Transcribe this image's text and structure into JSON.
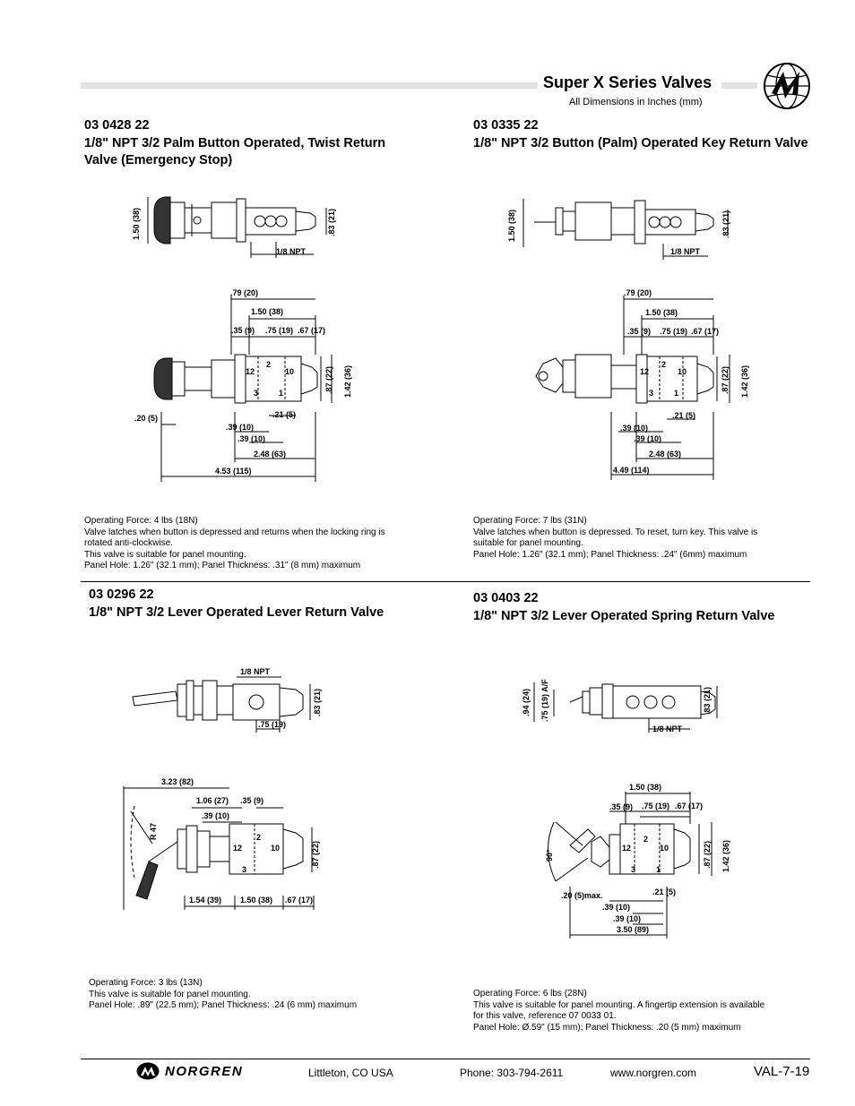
{
  "header": {
    "title": "Super X Series Valves",
    "subtitle": "All Dimensions in Inches (mm)"
  },
  "sections": [
    {
      "part": "03 0428 22",
      "title_lines": [
        "1/8\" NPT 3/2 Palm Button Operated, Twist Return",
        "Valve (Emergency Stop)"
      ],
      "desc": [
        "Operating Force: 4 lbs (18N)",
        "Valve latches when button is depressed and returns when the locking ring is",
        "rotated anti-clockwise.",
        "This valve is suitable for panel mounting.",
        "Panel Hole: 1.26\" (32.1 mm); Panel Thickness: .31\" (8 mm) maximum"
      ],
      "dims": {
        "top_height": "1.50 (38)",
        "body_height": ".83 (21)",
        "npt": "1/8 NPT",
        "d079": ".79 (20)",
        "d150": "1.50 (38)",
        "d035": ".35 (9)",
        "d075": ".75 (19)",
        "d067": ".67 (17)",
        "d087": ".87 (22)",
        "d142": "1.42 (36)",
        "d020": ".20 (5)",
        "d021": ".21 (5)",
        "d039a": ".39 (10)",
        "d039b": ".39 (10)",
        "d248": "2.48 (63)",
        "overall": "4.53 (115)"
      }
    },
    {
      "part": "03 0335 22",
      "title_lines": [
        "1/8\" NPT 3/2 Button (Palm) Operated Key Return Valve"
      ],
      "desc": [
        "Operating Force: 7 lbs (31N)",
        "Valve latches when button is depressed. To reset, turn key. This valve is",
        "suitable for panel mounting.",
        "Panel Hole: 1.26\" (32.1 mm);  Panel Thickness: .24\" (6mm) maximum"
      ],
      "dims": {
        "top_height": "1.50 (38)",
        "body_height": ".83 (21)",
        "npt": "1/8 NPT",
        "d079": ".79 (20)",
        "d150": "1.50 (38)",
        "d035": ".35 (9)",
        "d075": ".75 (19)",
        "d067": ".67 (17)",
        "d087": ".87 (22)",
        "d142": "1.42 (36)",
        "d021": ".21 (5)",
        "d039a": ".39 (10)",
        "d039b": ".39 (10)",
        "d248": "2.48 (63)",
        "overall": "4.49 (114)"
      }
    },
    {
      "part": "03 0296 22",
      "title_lines": [
        "1/8\" NPT 3/2 Lever Operated Lever Return Valve"
      ],
      "desc": [
        "Operating Force: 3 lbs (13N)",
        "This valve is suitable for panel mounting.",
        "Panel Hole: .89\" (22.5 mm); Panel Thickness: .24 (6 mm) maximum"
      ],
      "dims": {
        "npt": "1/8 NPT",
        "body_height": ".83 (21)",
        "d075": ".75 (19)",
        "d323": "3.23 (82)",
        "d106": "1.06 (27)",
        "d035": ".35 (9)",
        "d039": ".39 (10)",
        "r47": "R 47",
        "d087": ".87 (22)",
        "d154": "1.54 (39)",
        "d150": "1.50 (38)",
        "d067": ".67 (17)"
      }
    },
    {
      "part": "03 0403 22",
      "title_lines": [
        "1/8\" NPT 3/2 Lever Operated Spring Return Valve"
      ],
      "desc": [
        "Operating Force: 6 lbs (28N)",
        "This valve is suitable for panel mounting.  A fingertip extension is available",
        "for this valve, reference 07 0033 01.",
        "Panel Hole: Ø.59\" (15 mm);  Panel Thickness: .20 (5 mm) maximum"
      ],
      "dims": {
        "d094": ".94 (24)",
        "d075af": ".75 (19) A/F",
        "body_height": ".83 (21)",
        "npt": "1/8 NPT",
        "d150": "1.50 (38)",
        "d035": ".35 (9)",
        "d075": ".75 (19)",
        "d067": ".67 (17)",
        "angle": "90°",
        "d087": ".87 (22)",
        "d142": "1.42 (36)",
        "d020max": ".20 (5)max.",
        "d021": ".21 (5)",
        "d039a": ".39 (10)",
        "d039b": ".39 (10)",
        "d350": "3.50 (89)"
      }
    }
  ],
  "ports": {
    "p1": "1",
    "p2": "2",
    "p3": "3",
    "p10": "10",
    "p12": "12"
  },
  "footer": {
    "brand": "NORGREN",
    "location": "Littleton,  CO  USA",
    "phone": "Phone: 303-794-2611",
    "web": "www.norgren.com",
    "page": "VAL-7-19"
  },
  "icons": {
    "header_logo": "globe-logo-icon",
    "footer_logo": "norgren-logo-icon"
  }
}
